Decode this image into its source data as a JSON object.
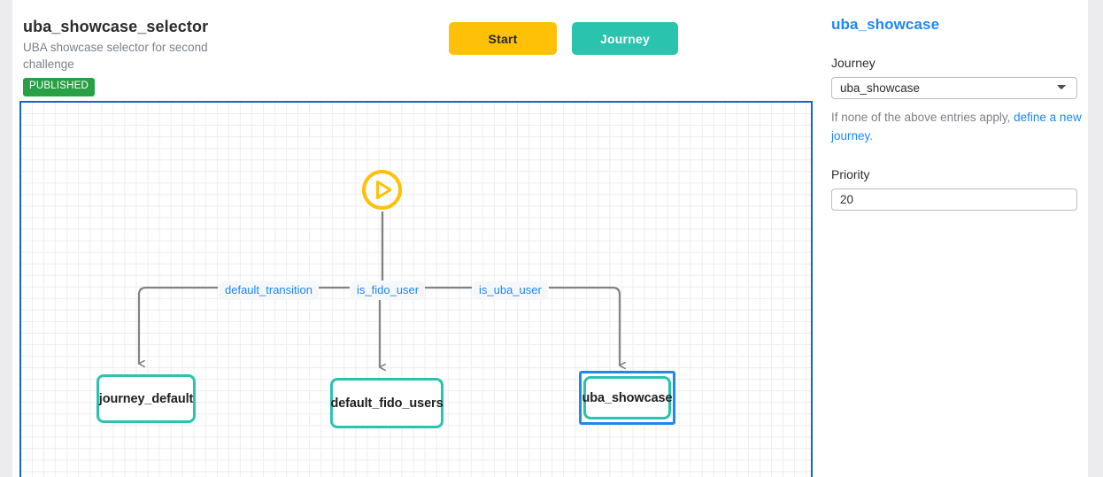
{
  "header": {
    "title": "uba_showcase_selector",
    "subtitle": "UBA showcase selector for second challenge",
    "status_badge": "PUBLISHED",
    "buttons": {
      "start": "Start",
      "journey": "Journey"
    }
  },
  "canvas": {
    "start_node": "start-play-icon",
    "nodes": [
      {
        "id": "journey_default",
        "label": "journey_default",
        "selected": false
      },
      {
        "id": "default_fido_users",
        "label": "default_fido_users",
        "selected": false
      },
      {
        "id": "uba_showcase",
        "label": "uba_showcase",
        "selected": true
      }
    ],
    "edge_labels": [
      {
        "id": "default_transition",
        "label": "default_transition"
      },
      {
        "id": "is_fido_user",
        "label": "is_fido_user"
      },
      {
        "id": "is_uba_user",
        "label": "is_uba_user"
      }
    ]
  },
  "panel": {
    "heading": "uba_showcase",
    "journey_label": "Journey",
    "journey_value": "uba_showcase",
    "journey_options": [
      "uba_showcase"
    ],
    "helper_prefix": "If none of the above entries apply, ",
    "helper_link": "define a new journey",
    "helper_suffix": ".",
    "priority_label": "Priority",
    "priority_value": "20"
  },
  "colors": {
    "accent_blue": "#1f87f0",
    "canvas_border": "#1565c8",
    "node_teal": "#2ac4ae",
    "start_amber": "#ffc107",
    "badge_green": "#2aa046",
    "edge_gray": "#808487"
  }
}
